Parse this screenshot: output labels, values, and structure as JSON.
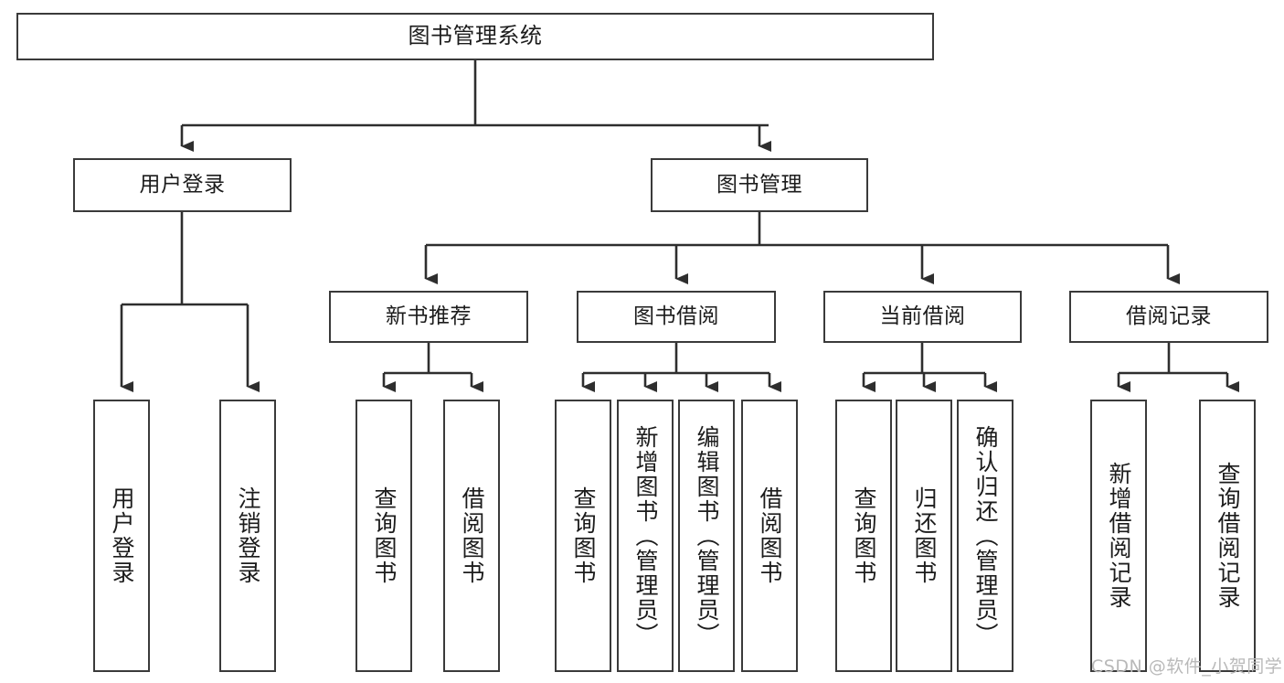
{
  "diagram": {
    "title": "图书管理系统",
    "type": "tree-hierarchy-chart",
    "colors": {
      "box_border": "#3a3a3a",
      "box_fill": "#ffffff",
      "connector": "#2e2e2e",
      "text": "#1c1c1c",
      "watermark": "#b9b9b9"
    },
    "nodes": {
      "root": {
        "label": "图书管理系统"
      },
      "level1": [
        {
          "id": "user-login",
          "label": "用户登录"
        },
        {
          "id": "book-management",
          "label": "图书管理"
        }
      ],
      "level2": [
        {
          "id": "new-book-recommend",
          "label": "新书推荐"
        },
        {
          "id": "book-borrow",
          "label": "图书借阅"
        },
        {
          "id": "current-borrow",
          "label": "当前借阅"
        },
        {
          "id": "borrow-record",
          "label": "借阅记录"
        }
      ],
      "leaves": [
        {
          "id": "leaf-user-login",
          "label": "用户登录",
          "parent": "user-login"
        },
        {
          "id": "leaf-user-logout",
          "label": "注销登录",
          "parent": "user-login"
        },
        {
          "id": "leaf-query-book-1",
          "label": "查询图书",
          "parent": "new-book-recommend"
        },
        {
          "id": "leaf-borrow-book-1",
          "label": "借阅图书",
          "parent": "new-book-recommend"
        },
        {
          "id": "leaf-query-book-2",
          "label": "查询图书",
          "parent": "book-borrow"
        },
        {
          "id": "leaf-add-book",
          "label": "新增图书（管理员）",
          "parent": "book-borrow"
        },
        {
          "id": "leaf-edit-book",
          "label": "编辑图书（管理员）",
          "parent": "book-borrow"
        },
        {
          "id": "leaf-borrow-book-2",
          "label": "借阅图书",
          "parent": "book-borrow"
        },
        {
          "id": "leaf-query-book-3",
          "label": "查询图书",
          "parent": "current-borrow"
        },
        {
          "id": "leaf-return-book",
          "label": "归还图书",
          "parent": "current-borrow"
        },
        {
          "id": "leaf-confirm-return",
          "label": "确认归还（管理员）",
          "parent": "current-borrow"
        },
        {
          "id": "leaf-add-record",
          "label": "新增借阅记录",
          "parent": "borrow-record"
        },
        {
          "id": "leaf-query-record",
          "label": "查询借阅记录",
          "parent": "borrow-record"
        }
      ]
    },
    "watermark": "CSDN @软件_小贺同学"
  }
}
